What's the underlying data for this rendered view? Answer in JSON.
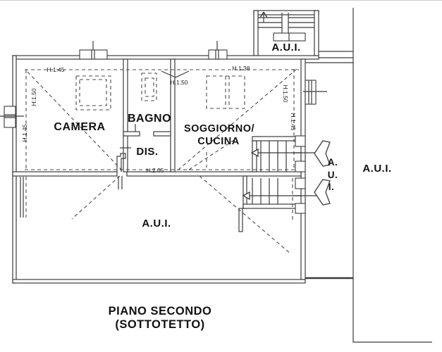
{
  "plan": {
    "rooms": {
      "camera": "CAMERA",
      "bagno": "BAGNO",
      "dis": "DIS.",
      "soggiorno_line1": "SOGGIORNO/",
      "soggiorno_line2": "CUCINA",
      "aui_lower": "A.U.I."
    },
    "external": {
      "aui_stairs_top": "A.U.I.",
      "aui_right": "A.U.I.",
      "aui_vertical": [
        "A.",
        "U.",
        "I."
      ]
    },
    "heights": {
      "top_left": "H.1.45",
      "left_upper": "H:1.50",
      "left_lower": "H.1.45",
      "center": "H.1.50",
      "top_right": "H.1.38",
      "right_upper": "H:1.50",
      "right_lower": "H.1.45",
      "middle": "H.2.05"
    },
    "caption": {
      "line1": "PIANO SECONDO",
      "line2": "(SOTTOTETTO)"
    },
    "colors": {
      "line": "#3b3b3b",
      "text": "#111111",
      "background": "#ffffff"
    }
  }
}
